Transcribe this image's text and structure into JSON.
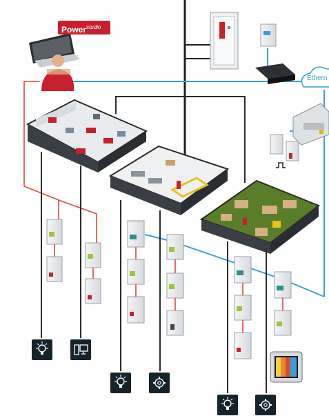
{
  "brand": {
    "name": "Power",
    "suffix": "studio"
  },
  "network": {
    "ethernet_label": "Ethern"
  },
  "colors": {
    "accent_red": "#c8202e",
    "ethernet_blue": "#3a9fd8",
    "bus_red": "#e0463c",
    "wire_dark": "#2a2a2a",
    "floor_green": "#5a7d2a",
    "terminal_dark": "#16232b"
  },
  "terminals": [
    {
      "icon": "bulb-icon"
    },
    {
      "icon": "computer-icon"
    },
    {
      "icon": "bulb-icon"
    },
    {
      "icon": "gear-icon"
    },
    {
      "icon": "bulb-icon"
    },
    {
      "icon": "gear-icon"
    }
  ],
  "zones": [
    "office-zone",
    "factory-zone",
    "warehouse-zone"
  ]
}
